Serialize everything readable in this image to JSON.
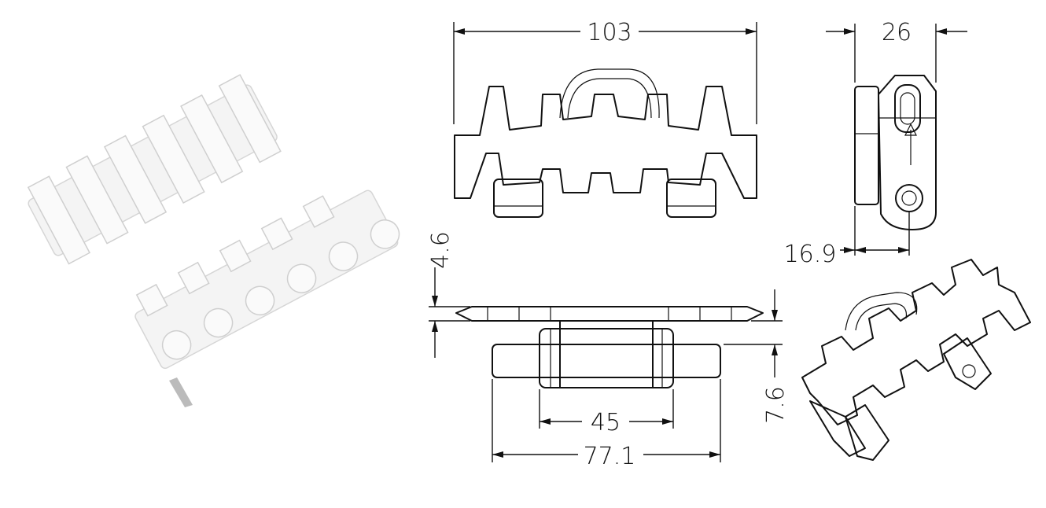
{
  "title": "Modular chain link technical drawing",
  "dimensions": {
    "overall_width": "103",
    "side_width": "26",
    "pin_offset": "16.9",
    "top_thickness": "4.6",
    "lower_height": "7.6",
    "inner_width": "45",
    "base_width": "77.1"
  },
  "colors": {
    "line": "#111111",
    "chain": "#f4f4f4"
  }
}
